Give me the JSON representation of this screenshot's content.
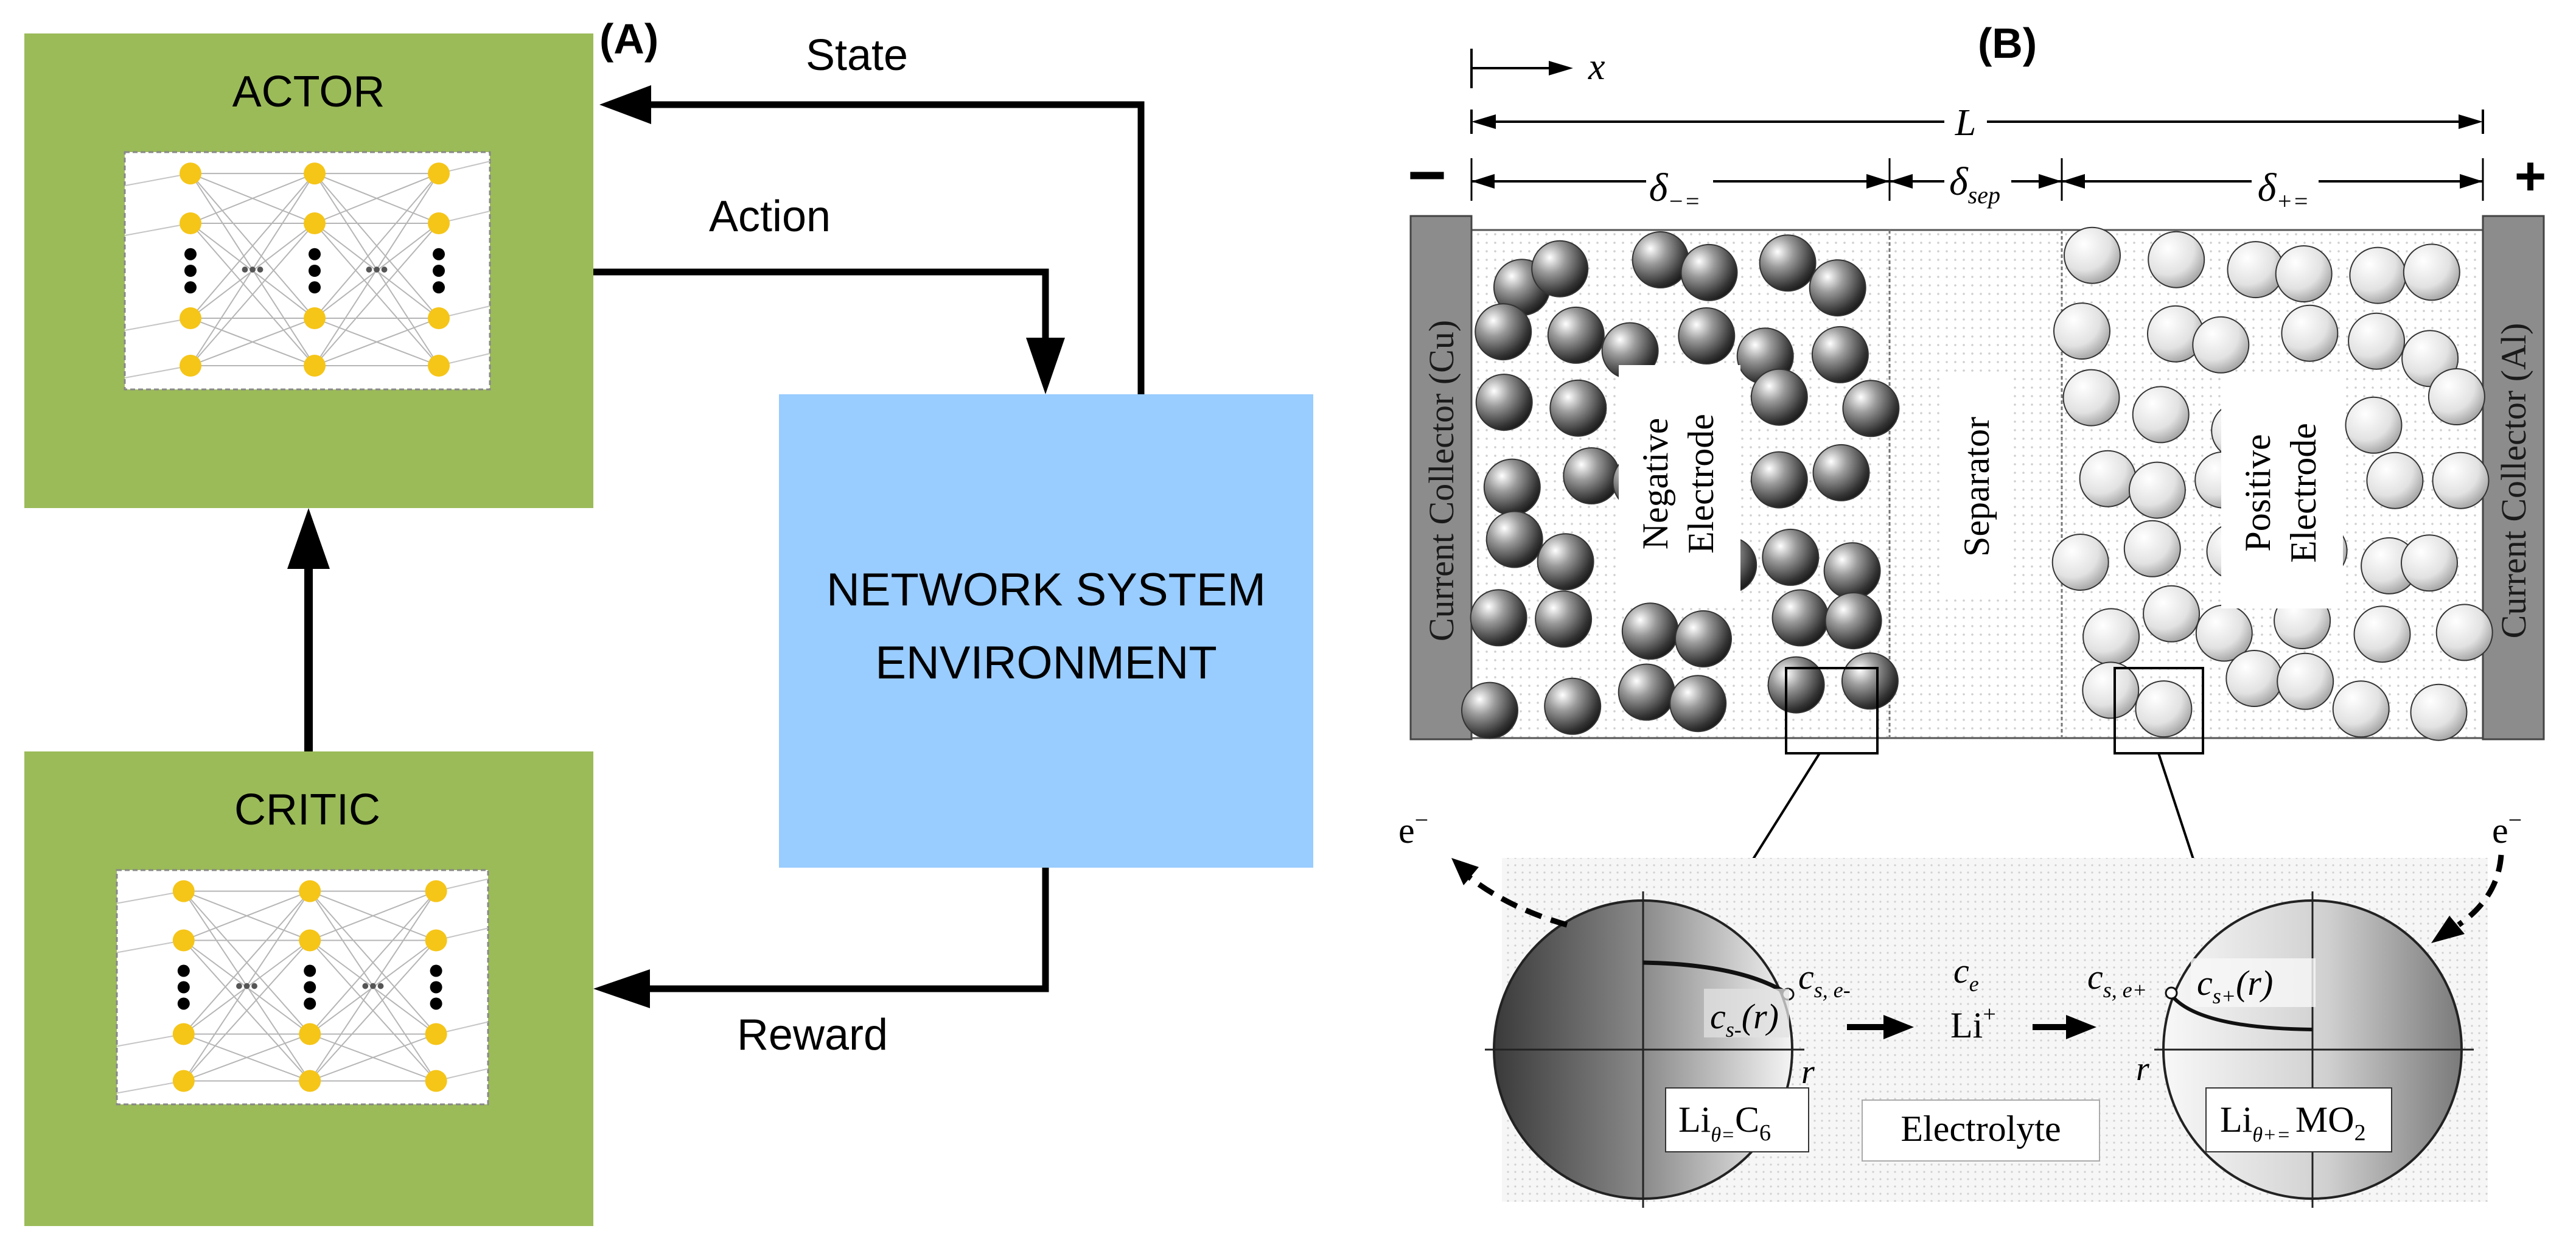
{
  "panel_a": {
    "label": "(A)",
    "actor_title": "ACTOR",
    "critic_title": "CRITIC",
    "environment_line1": "NETWORK SYSTEM",
    "environment_line2": "ENVIRONMENT",
    "state_label": "State",
    "action_label": "Action",
    "reward_label": "Reward",
    "ellipsis": "•••",
    "colors": {
      "box_green": "#9bbb59",
      "env_blue": "#99ccff",
      "neuron": "#f5c518"
    }
  },
  "panel_b": {
    "label": "(B)",
    "x_label": "x",
    "L_label": "L",
    "minus_sign": "−",
    "plus_sign": "+",
    "delta_neg": {
      "base": "δ",
      "sub": "−="
    },
    "delta_sep": {
      "base": "δ",
      "sub": "sep"
    },
    "delta_pos": {
      "base": "δ",
      "sub": "+="
    },
    "collector_left": "Current Collector (Cu)",
    "collector_right": "Current Collector (Al)",
    "negative_line1": "Negative",
    "negative_line2": "Electrode",
    "separator": "Separator",
    "positive_line1": "Positive",
    "positive_line2": "Electrode",
    "electron": "e",
    "electron_sup": "−",
    "cs_neg_r": "c",
    "cs_neg_r_sub": "s-",
    "cs_neg_r_tail": "(r)",
    "cs_neg_surface": "c",
    "cs_neg_surface_sub": "s, e-",
    "ce": "c",
    "ce_sub": "e",
    "li_ion": "Li",
    "li_ion_sup": "+",
    "cs_pos_surface": "c",
    "cs_pos_surface_sub": "s, e+",
    "cs_pos_r": "c",
    "cs_pos_r_sub": "s+",
    "cs_pos_r_tail": "(r)",
    "r_label": "r",
    "electrolyte": "Electrolyte",
    "anode_formula": {
      "a": "Li",
      "sub": "θ=",
      "b": "C",
      "b_sub": "6"
    },
    "cathode_formula": {
      "a": "Li",
      "sub": "θ+=",
      "b": "MO",
      "b_sub": "2"
    },
    "colors": {
      "collector": "#8c8c8c",
      "dots": "#dddddd"
    }
  }
}
